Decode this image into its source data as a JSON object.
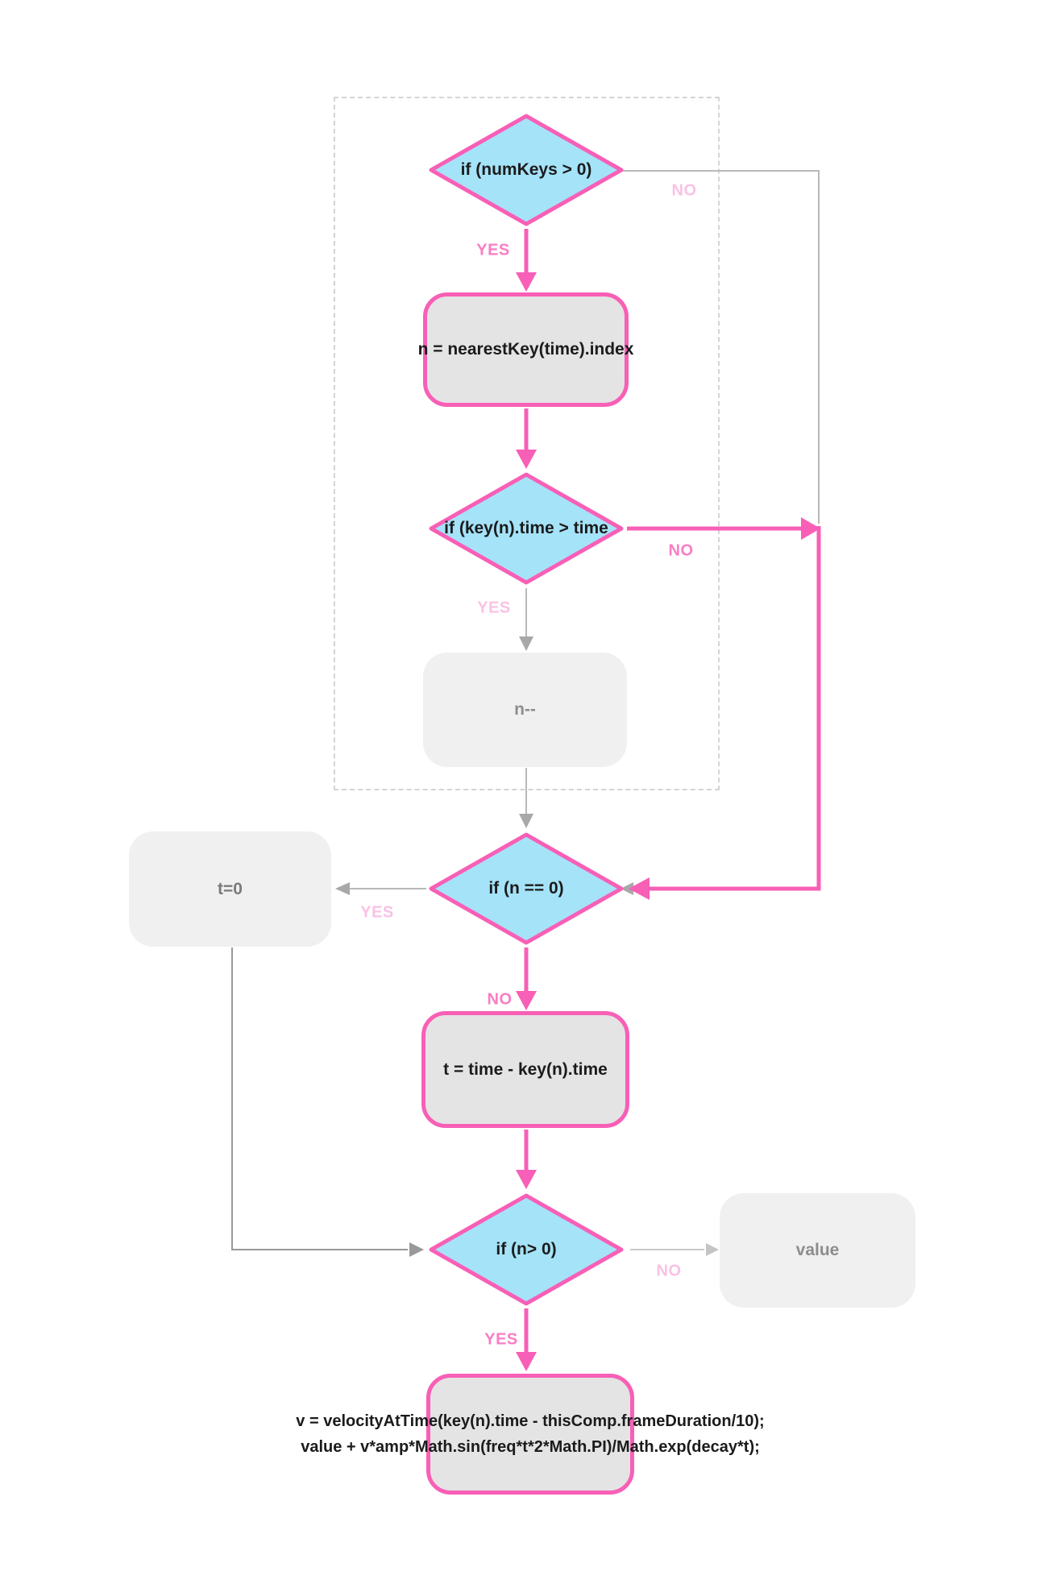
{
  "colors": {
    "pink": "#f85fb6",
    "pink_label": "#f97dc5",
    "pink_faint": "#f9c2e4",
    "blue_fill": "#a5e3f9",
    "process_fill": "#e4e4e4",
    "muted_fill": "#f0f0f0",
    "muted_text": "#8d8d8d",
    "muted_text_dark": "#7a7a7a",
    "gray_line": "#b9b9b9",
    "dark_gray_line": "#999999",
    "light_gray_line": "#c9c9c9",
    "dashed_border": "#d4d4d4",
    "text": "#1b1b1b"
  },
  "diagram": {
    "nodes": {
      "decision_numkeys": {
        "label": "if (numKeys > 0)",
        "type": "decision"
      },
      "process_nearest_key": {
        "label": "n = nearestKey(time).index",
        "type": "process"
      },
      "decision_key_time": {
        "label": "if (key(n).time > time",
        "type": "decision"
      },
      "process_decrement": {
        "label": "n--",
        "type": "process-muted"
      },
      "decision_n_zero": {
        "label": "if (n == 0)",
        "type": "decision"
      },
      "process_t_zero": {
        "label": "t=0",
        "type": "process-muted"
      },
      "process_t_assign": {
        "label": "t = time - key(n).time",
        "type": "process"
      },
      "decision_n_positive": {
        "label": "if (n> 0)",
        "type": "decision"
      },
      "process_value": {
        "label": "value",
        "type": "process-muted"
      },
      "process_expression": {
        "line1": "v = velocityAtTime(key(n).time - thisComp.frameDuration/10);",
        "line2": "value + v*amp*Math.sin(freq*t*2*Math.PI)/Math.exp(decay*t);",
        "type": "process"
      }
    },
    "edge_labels": {
      "numkeys_yes": "YES",
      "numkeys_no": "NO",
      "keytime_no": "NO",
      "keytime_yes": "YES",
      "nzero_yes": "YES",
      "nzero_no": "NO",
      "npos_no": "NO",
      "npos_yes": "YES"
    }
  }
}
